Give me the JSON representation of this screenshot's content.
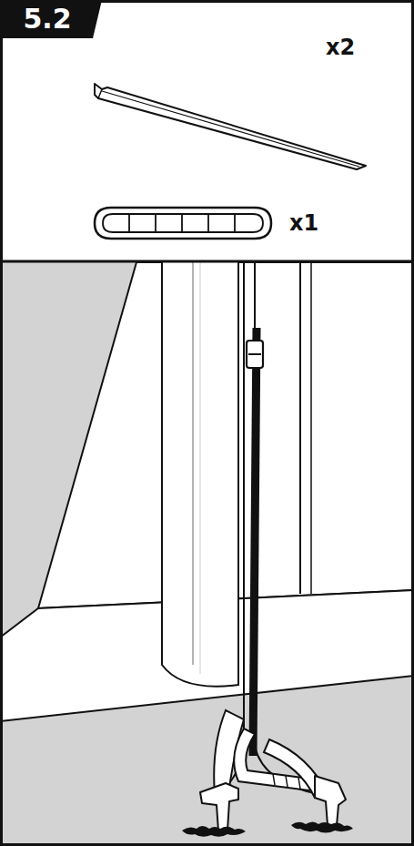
{
  "diagram": {
    "nodes": [
      {
        "text": [
          "5.2"
        ]
      }
    ],
    "labels": [
      "x2",
      "x1"
    ]
  }
}
